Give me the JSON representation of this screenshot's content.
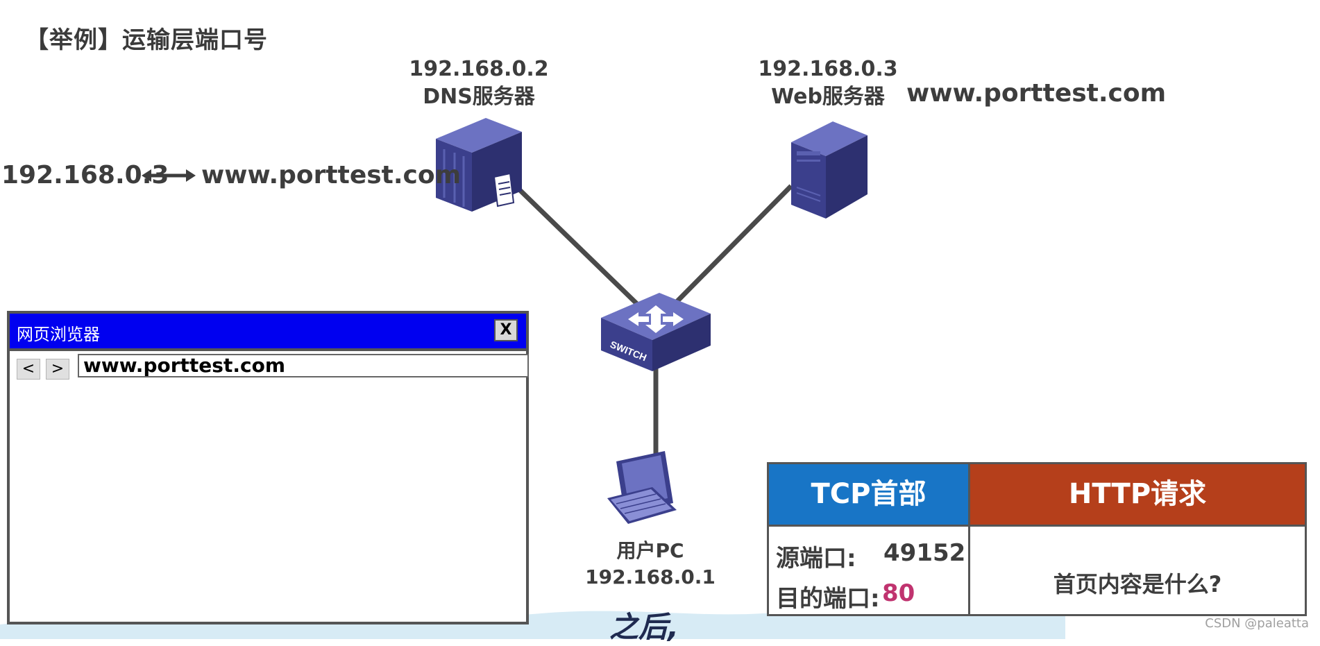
{
  "slide": {
    "title": "【举例】运输层端口号"
  },
  "dns_server": {
    "ip": "192.168.0.2",
    "name": "DNS服务器"
  },
  "web_server": {
    "ip": "192.168.0.3",
    "name": "Web服务器",
    "domain": "www.porttest.com"
  },
  "dns_mapping": {
    "ip": "192.168.0.3",
    "domain": "www.porttest.com"
  },
  "switch": {
    "label": "SWITCH"
  },
  "user_pc": {
    "name": "用户PC",
    "ip": "192.168.0.1"
  },
  "browser": {
    "title": "网页浏览器",
    "close_label": "X",
    "back_label": "<",
    "forward_label": ">",
    "url_value": "www.porttest.com"
  },
  "packet": {
    "tcp_header": "TCP首部",
    "http_header": "HTTP请求",
    "src_port_label": "源端口:",
    "src_port_value": "49152",
    "dst_port_label": "目的端口:",
    "dst_port_value": "80",
    "http_body": "首页内容是什么?"
  },
  "subtitle": "之后,",
  "watermark": "CSDN @paleatta",
  "colors": {
    "browser_titlebar": "#0000f0",
    "tcp_header": "#1875c6",
    "http_header": "#b53f1b",
    "dst_port_accent": "#c0336f",
    "device": "#3b3f8c"
  }
}
